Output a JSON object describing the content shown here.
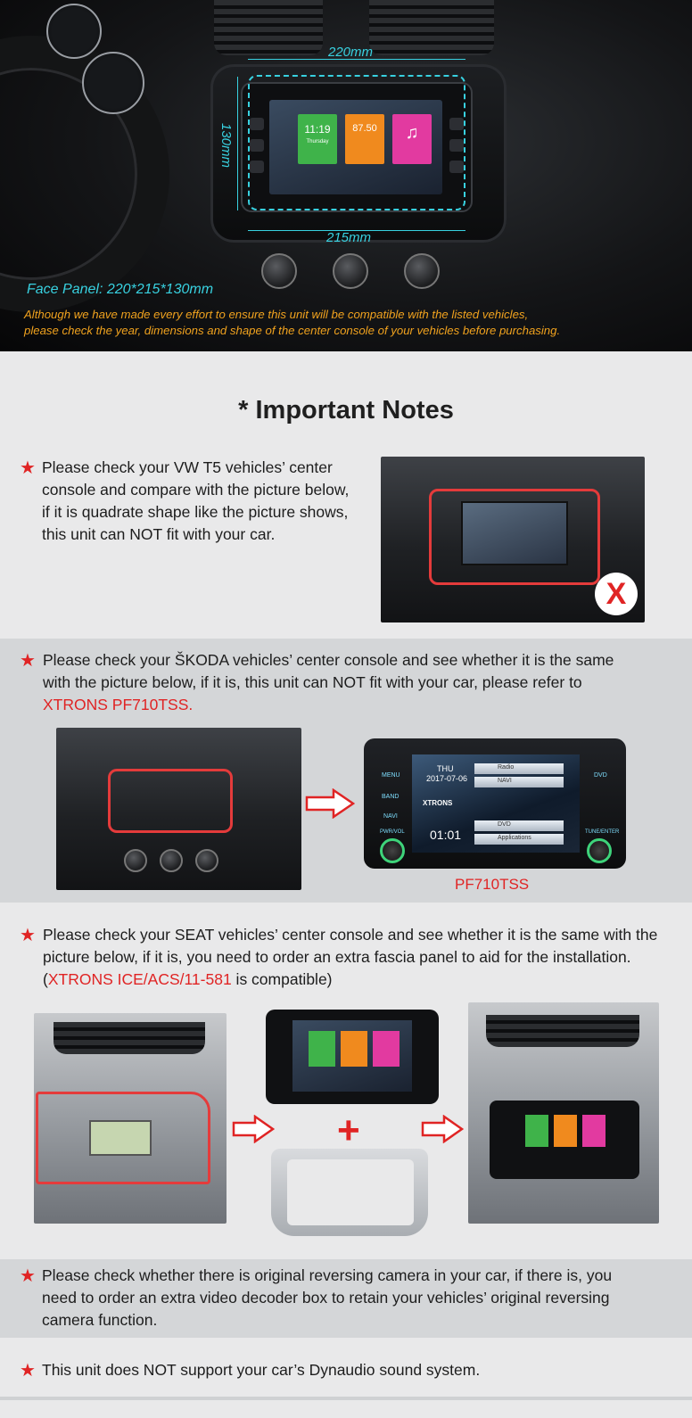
{
  "hero": {
    "dim_top": "220mm",
    "dim_bottom": "215mm",
    "dim_side": "130mm",
    "face_panel": "Face Panel:  220*215*130mm",
    "disclaimer_line1": "Although we have made every effort to ensure this unit will be compatible with the listed vehicles,",
    "disclaimer_line2": "please check the year, dimensions and shape of the center console of your vehicles before purchasing.",
    "screen_time": "11:19",
    "screen_freq": "87.50",
    "screen_day": "Thursday"
  },
  "notes": {
    "title": "* Important Notes",
    "star": "★",
    "vw": {
      "text": "Please check your VW T5 vehicles’ center console and compare with the picture below, if it is quadrate shape like the picture shows, this unit can NOT fit with your car.",
      "mark": "X"
    },
    "skoda": {
      "text": "Please check your ŠKODA vehicles’ center console and see whether it is the same with the picture below, if it is, this unit can NOT fit with your car, please refer to",
      "link": "XTRONS PF710TSS.",
      "caption": "PF710TSS",
      "screen": {
        "day": "THU",
        "date": "2017-07-06",
        "brand": "XTRONS",
        "time": "01:01",
        "radio": "Radio",
        "navi": "NAVI",
        "dvd": "DVD",
        "apps": "Applications",
        "btn_menu": "MENU",
        "btn_band": "BAND",
        "btn_navi": "NAVI",
        "btn_dvd": "DVD",
        "btn_pwr": "PWR/VOL",
        "btn_tune": "TUNE/ENTER"
      }
    },
    "seat": {
      "text_before": "Please check your SEAT vehicles’ center console and see whether it is the same with the picture below, if it is, you need to order an extra fascia panel to aid for the installation. (",
      "link": "XTRONS ICE/ACS/11-581",
      "text_after": " is compatible)",
      "plus": "+"
    },
    "camera": {
      "text": "Please check whether there is original reversing camera in your car, if there is, you need to order an extra video decoder box to retain your vehicles’ original reversing camera function."
    },
    "dynaudio": {
      "text": "This unit does NOT support your car’s Dynaudio sound system."
    }
  },
  "colors": {
    "accent_red": "#e02424",
    "dimension_cyan": "#38d1e0",
    "disclaimer_orange": "#f0a21e"
  }
}
